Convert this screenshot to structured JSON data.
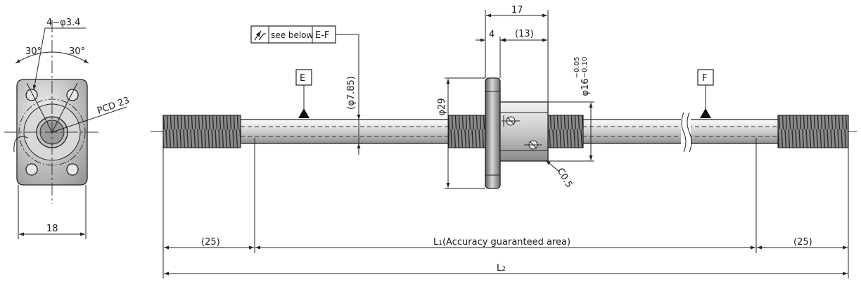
{
  "end_view": {
    "hole_callout": "4−φ3.4",
    "angle_left": "30°",
    "angle_right": "30°",
    "pcd": "PCD 23",
    "width": "18"
  },
  "tolerance_box": {
    "note": "see below",
    "datums": "E-F"
  },
  "datums": {
    "left": "E",
    "right": "F"
  },
  "shaft": {
    "inner_diameter": "(φ7.85)"
  },
  "nut": {
    "total_length": "17",
    "flange_thickness": "4",
    "body_length": "(13)",
    "flange_diameter": "φ29",
    "body_diameter": "φ16",
    "body_tol_upper": "−0.05",
    "body_tol_lower": "−0.10",
    "chamfer": "C0.5"
  },
  "lengths": {
    "left_end": "(25)",
    "l1_symbol": "L",
    "l1_sub": "1",
    "l1_text": "(Accuracy guaranteed area)",
    "right_end": "(25)",
    "l2_symbol": "L",
    "l2_sub": "2"
  }
}
